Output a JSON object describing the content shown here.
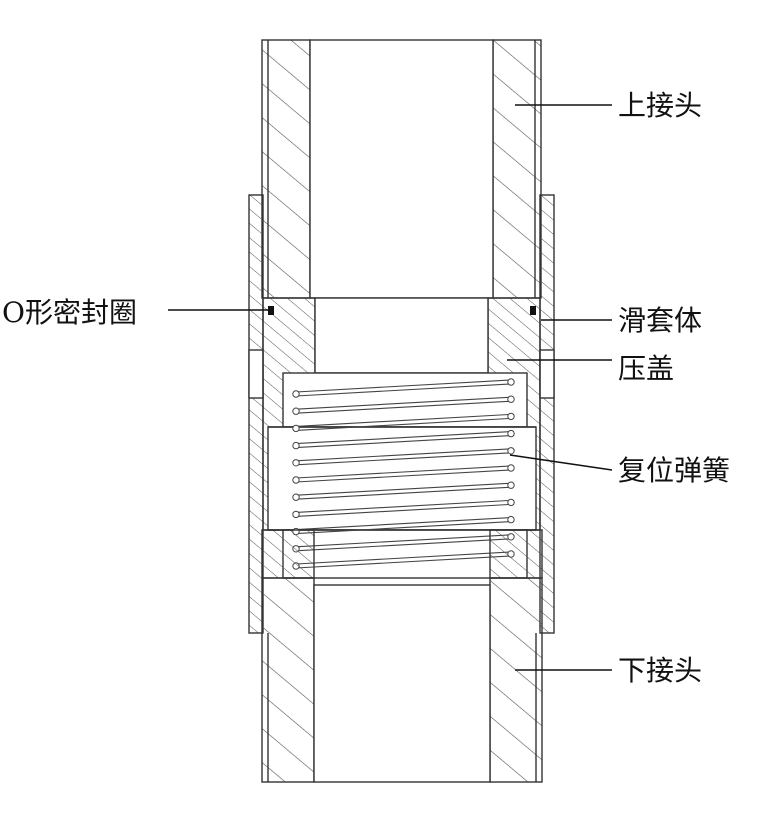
{
  "labels": {
    "upper_joint": "上接头",
    "sliding_sleeve": "滑套体",
    "pressure_cap": "压盖",
    "return_spring": "复位弹簧",
    "lower_joint": "下接头",
    "o_ring": "O形密封圈"
  },
  "colors": {
    "line": "#111111",
    "hatch": "#555555",
    "background": "#ffffff"
  }
}
